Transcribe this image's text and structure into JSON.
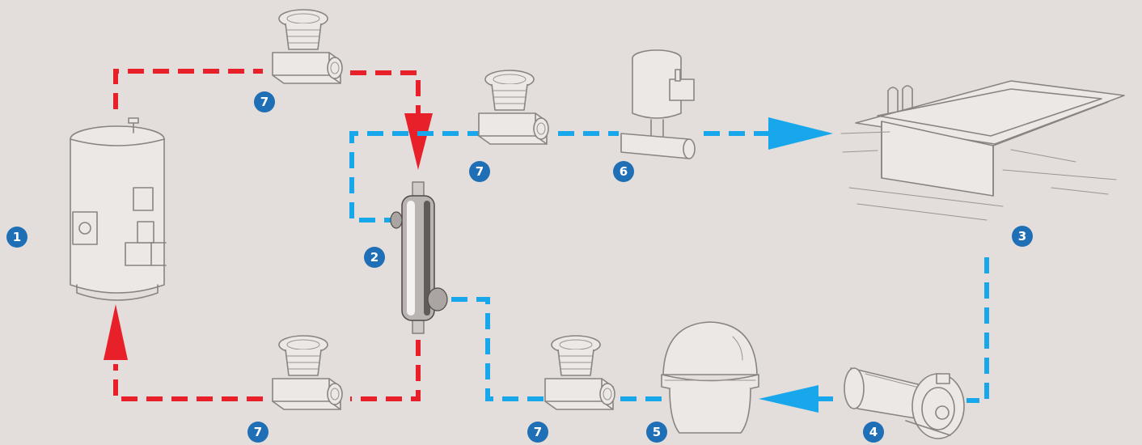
{
  "colors": {
    "background": "#e3dedb",
    "hot_line": "#e8202a",
    "pool_line": "#18a7ea",
    "badge": "#1f6fb6",
    "sketch": "#8a8480"
  },
  "components": [
    {
      "id": "boiler",
      "number": "1",
      "icon": "boiler-tank-icon"
    },
    {
      "id": "heat-exchanger",
      "number": "2",
      "icon": "heat-exchanger-icon"
    },
    {
      "id": "swimming-pool",
      "number": "3",
      "icon": "swimming-pool-icon"
    },
    {
      "id": "pump",
      "number": "4",
      "icon": "pump-icon"
    },
    {
      "id": "filter",
      "number": "5",
      "icon": "sand-filter-icon"
    },
    {
      "id": "chlorinator",
      "number": "6",
      "icon": "chlorinator-icon"
    },
    {
      "id": "valve",
      "number": "7",
      "icon": "valve-icon"
    }
  ],
  "badges": {
    "b1": "1",
    "b2": "2",
    "b3": "3",
    "b4": "4",
    "b5": "5",
    "b6": "6",
    "b7_top": "7",
    "b7_middle": "7",
    "b7_bottom_left": "7",
    "b7_bottom_right": "7"
  }
}
